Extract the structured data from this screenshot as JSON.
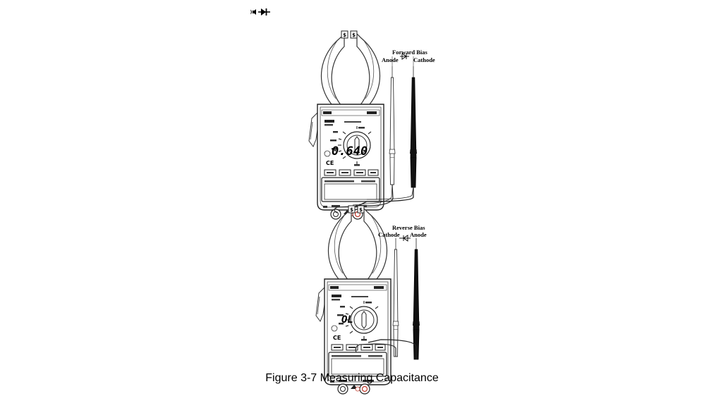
{
  "header": {
    "icons": [
      "buzzer-icon",
      "diode-icon"
    ]
  },
  "figure_top": {
    "bias_label": "Forward Bias",
    "left_terminal": "Anode",
    "right_terminal": "Cathode",
    "display_reading": "0.640"
  },
  "figure_bottom": {
    "bias_label": "Reverse Bias",
    "left_terminal": "Cathode",
    "right_terminal": "Anode",
    "display_reading": "OL"
  },
  "caption": "Figure 3-7 Measuring Capacitance"
}
